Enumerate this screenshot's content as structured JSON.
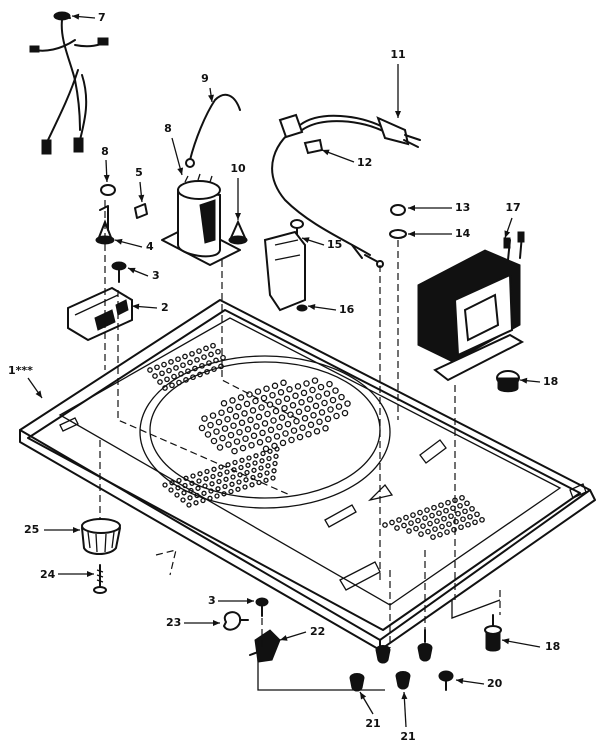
{
  "diagram": {
    "type": "exploded-parts-view",
    "line_color": "#111111",
    "background": "#ffffff",
    "callouts": [
      {
        "id": "c7",
        "label": "7"
      },
      {
        "id": "c9",
        "label": "9"
      },
      {
        "id": "c11",
        "label": "11"
      },
      {
        "id": "c8a",
        "label": "8"
      },
      {
        "id": "c8b",
        "label": "8"
      },
      {
        "id": "c10",
        "label": "10"
      },
      {
        "id": "c12",
        "label": "12"
      },
      {
        "id": "c5",
        "label": "5"
      },
      {
        "id": "c13",
        "label": "13"
      },
      {
        "id": "c17",
        "label": "17"
      },
      {
        "id": "c14",
        "label": "14"
      },
      {
        "id": "c15",
        "label": "15"
      },
      {
        "id": "c4",
        "label": "4"
      },
      {
        "id": "c3a",
        "label": "3"
      },
      {
        "id": "c16",
        "label": "16"
      },
      {
        "id": "c2",
        "label": "2"
      },
      {
        "id": "c1",
        "label": "1***"
      },
      {
        "id": "c18a",
        "label": "18"
      },
      {
        "id": "c25",
        "label": "25"
      },
      {
        "id": "c24",
        "label": "24"
      },
      {
        "id": "c3b",
        "label": "3"
      },
      {
        "id": "c23",
        "label": "23"
      },
      {
        "id": "c22",
        "label": "22"
      },
      {
        "id": "c18b",
        "label": "18"
      },
      {
        "id": "c20",
        "label": "20"
      },
      {
        "id": "c21a",
        "label": "21"
      },
      {
        "id": "c21b",
        "label": "21"
      }
    ]
  }
}
